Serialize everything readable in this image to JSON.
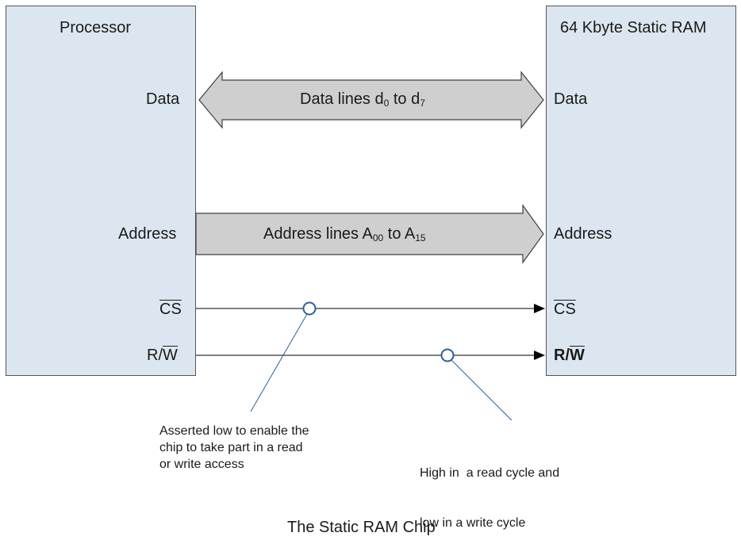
{
  "processor": {
    "title": "Processor",
    "data": "Data",
    "address": "Address",
    "cs": "CS",
    "rw_r": "R/",
    "rw_w": "W"
  },
  "ram": {
    "title": "64 Kbyte Static RAM",
    "data": "Data",
    "address": "Address",
    "cs": "CS",
    "rw_r": "R/",
    "rw_w": "W"
  },
  "bus": {
    "data_prefix": "Data lines d",
    "data_start_sub": "0",
    "data_mid": " to d",
    "data_end_sub": "7",
    "address_prefix": "Address lines A",
    "address_start_sub": "00",
    "address_mid": " to A",
    "address_end_sub": "15"
  },
  "notes": {
    "cs_line1": "Asserted low to enable the",
    "cs_line2": "chip to take part in a read",
    "cs_line3": "or write access",
    "rw_line1": "High in  a read cycle and",
    "rw_line2": "low in a write cycle"
  },
  "caption": "The Static RAM Chip",
  "colors": {
    "box_fill": "#dce6f0",
    "arrow_fill": "#cfcfcf",
    "callout": "#2e5f99"
  }
}
